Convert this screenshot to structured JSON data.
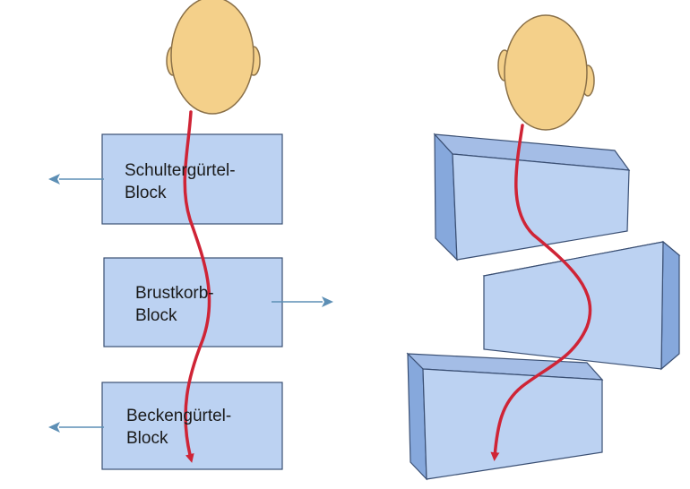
{
  "colors": {
    "head_fill": "#f4d08a",
    "head_stroke": "#8a7048",
    "block_front": "#bcd2f2",
    "block_top": "#a4bde6",
    "block_side": "#86a8dc",
    "block_stroke": "#3a4f73",
    "spine": "#cf2436",
    "arrow": "#5d8fb5",
    "background": "#ffffff"
  },
  "left_diagram": {
    "blocks": [
      {
        "line1": "Schultergürtel-",
        "line2": "Block"
      },
      {
        "line1": "Brustkorb-",
        "line2": "Block"
      },
      {
        "line1": "Beckengürtel-",
        "line2": "Block"
      }
    ],
    "arrows": [
      "arrow-left",
      "arrow-right",
      "arrow-left"
    ]
  },
  "right_diagram": {
    "blocks": [
      "shoulder-block-3d",
      "thorax-block-3d",
      "pelvis-block-3d"
    ]
  }
}
